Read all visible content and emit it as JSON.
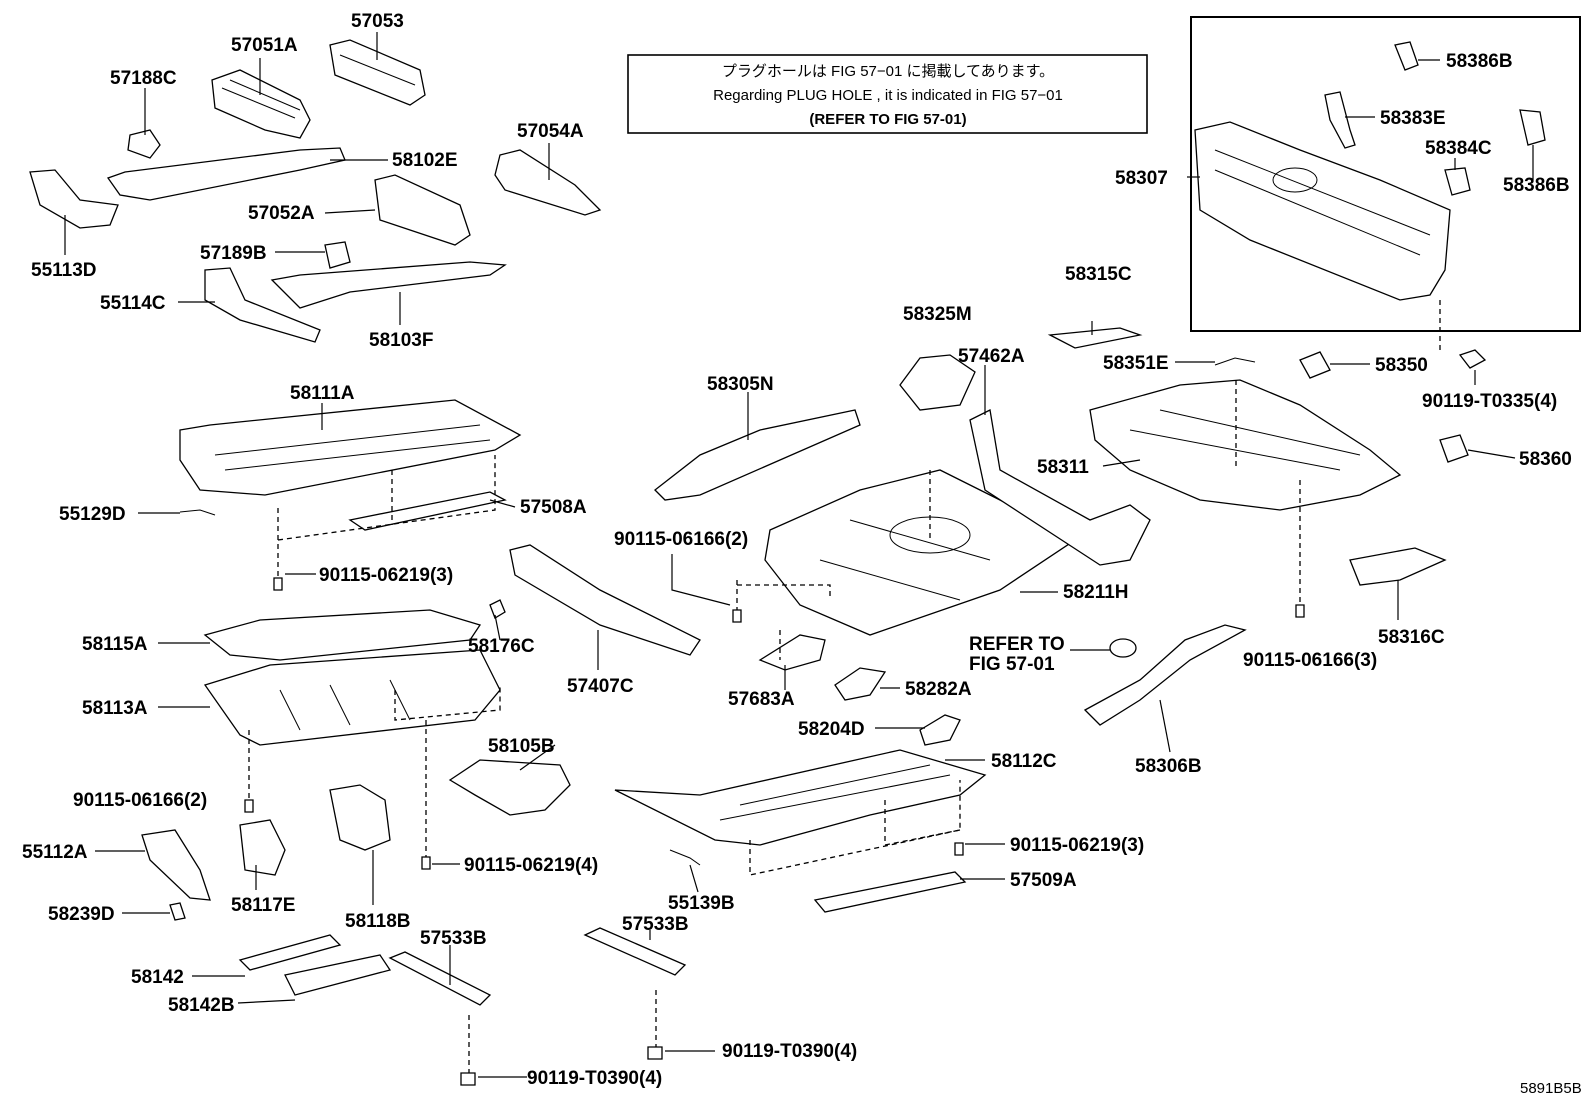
{
  "note": {
    "line1": "プラグホールは FIG  57−01 に掲載してあります。",
    "line2": "Regarding  PLUG  HOLE , it is indicated in FIG  57−01",
    "line3": "(REFER  TO  FIG  57-01)"
  },
  "refer_label": {
    "line1": "REFER  TO",
    "line2": "FIG  57-01"
  },
  "figure_code": "5891B5B",
  "labels": {
    "l57188C": "57188C",
    "l57051A": "57051A",
    "l57053": "57053",
    "l58102E": "58102E",
    "l57054A": "57054A",
    "l55113D": "55113D",
    "l57052A": "57052A",
    "l57189B": "57189B",
    "l55114C": "55114C",
    "l58103F": "58103F",
    "l58111A": "58111A",
    "l55129D": "55129D",
    "l57508A": "57508A",
    "l90115_06219_3a": "90115-06219(3)",
    "l58115A": "58115A",
    "l58176C": "58176C",
    "l58113A": "58113A",
    "l90115_06166_2a": "90115-06166(2)",
    "l58105B": "58105B",
    "l90115_06219_4": "90115-06219(4)",
    "l55112A": "55112A",
    "l58117E": "58117E",
    "l58118B": "58118B",
    "l58239D": "58239D",
    "l58142": "58142",
    "l58142B": "58142B",
    "l57533B_a": "57533B",
    "l90119_T0390_4a": "90119-T0390(4)",
    "l57407C": "57407C",
    "l58305N": "58305N",
    "l90115_06166_2b": "90115-06166(2)",
    "l57683A": "57683A",
    "l58282A": "58282A",
    "l58204D": "58204D",
    "l58112C": "58112C",
    "l90115_06219_3b": "90115-06219(3)",
    "l55139B": "55139B",
    "l57509A": "57509A",
    "l57533B_b": "57533B",
    "l90119_T0390_4b": "90119-T0390(4)",
    "l58325M": "58325M",
    "l57462A": "57462A",
    "l58211H": "58211H",
    "l58315C": "58315C",
    "l58351E": "58351E",
    "l58350": "58350",
    "l90119_T0335_4": "90119-T0335(4)",
    "l58311": "58311",
    "l58360": "58360",
    "l58316C": "58316C",
    "l90115_06166_3": "90115-06166(3)",
    "l58306B": "58306B",
    "l58307": "58307",
    "l58386B_a": "58386B",
    "l58383E": "58383E",
    "l58384C": "58384C",
    "l58386B_b": "58386B"
  }
}
